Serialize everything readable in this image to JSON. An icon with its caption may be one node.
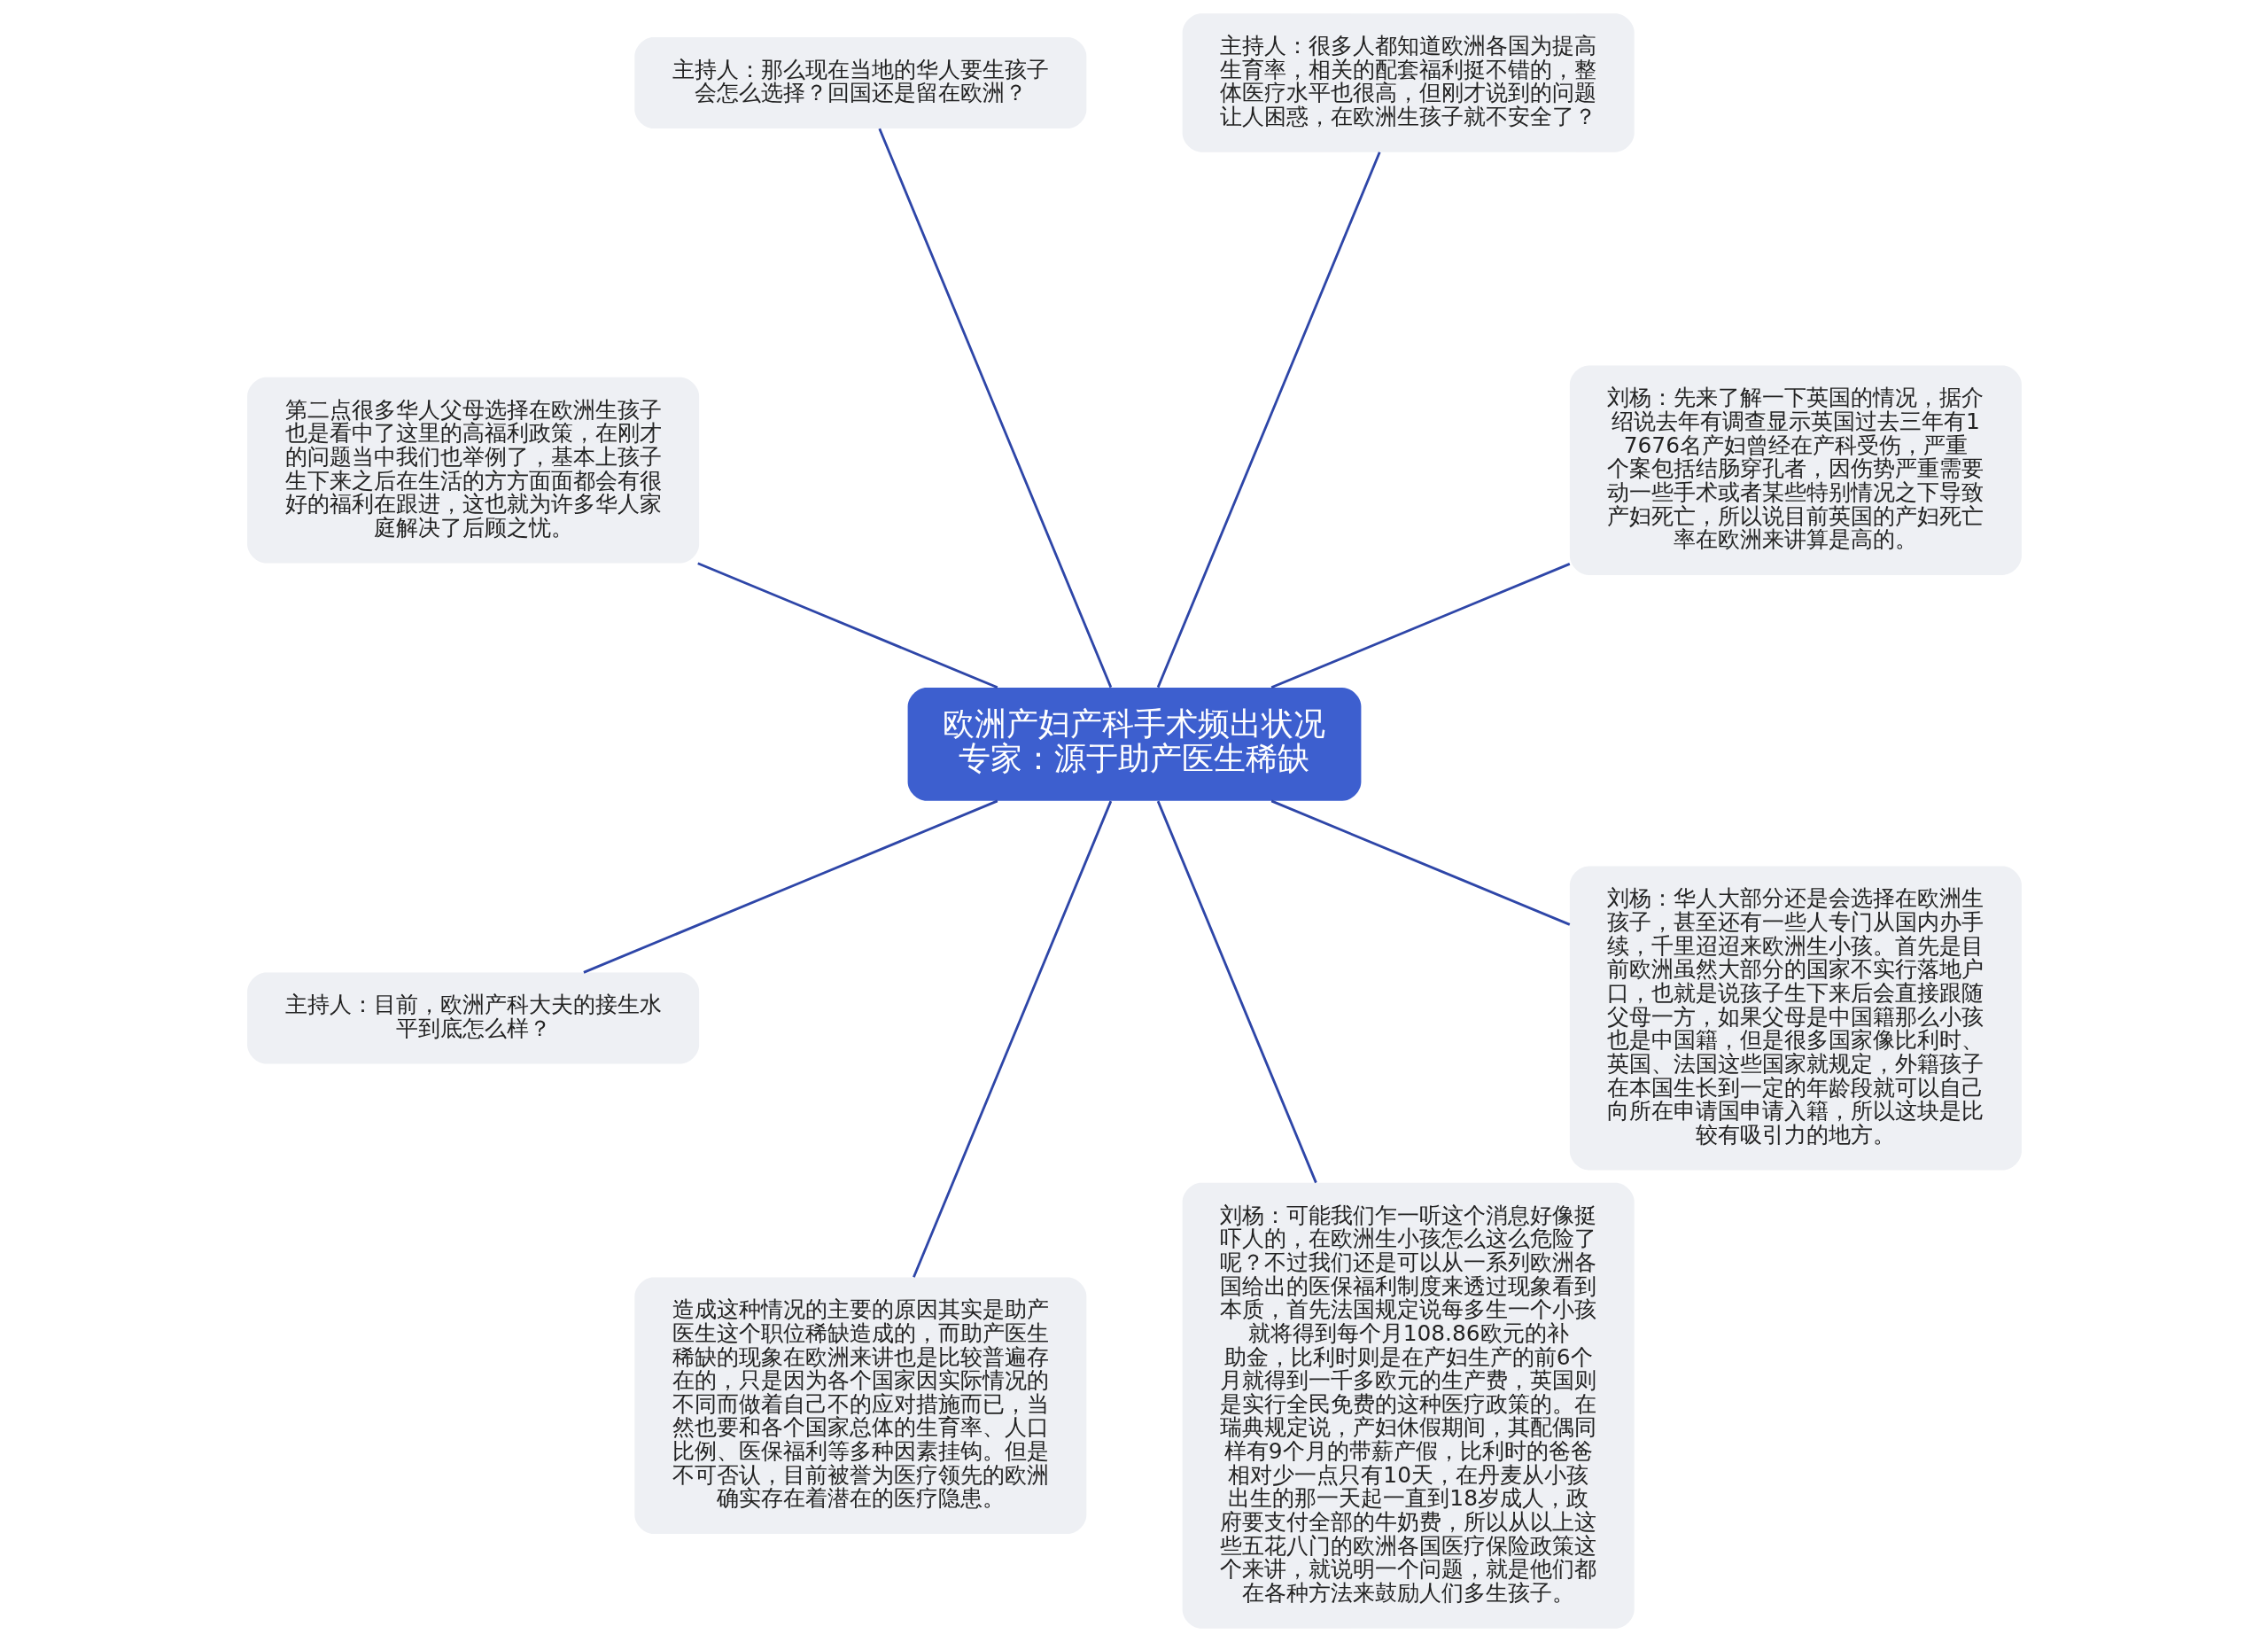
{
  "diagram": {
    "nodes": [
      {
        "text": [
          "欧洲产妇产科手术频出状况专家：源于助产医生稀缺"
        ]
      },
      {
        "text": [
          "刘杨：先来了解一下英国的情况，据介绍说去年有调查显示英国过去三年有17676名产妇曾经在产科受伤，严重个案包括结肠穿孔者，因伤势严重需要动一些手术或者某些特别情况之下导致产妇死亡，所以说目前英国的产妇死亡率在欧洲来讲算是高的。"
        ]
      },
      {
        "text": [
          "主持人：很多人都知道欧洲各国为提高生育率，相关的配套福利挺不错的，整体医疗水平也很高，但刚才说到的问题让人困惑，在欧洲生孩子就不安全了？"
        ]
      },
      {
        "text": [
          "主持人：那么现在当地的华人要生孩子会怎么选择？回国还是留在欧洲？"
        ]
      },
      {
        "text": [
          "第二点很多华人父母选择在欧洲生孩子也是看中了这里的高福利政策，在刚才的问题当中我们也举例了，基本上孩子生下来之后在生活的方方面面都会有很好的福利在跟进，这也就为许多华人家庭解决了后顾之忧。"
        ]
      },
      {
        "text": [
          "主持人：目前，欧洲产科大夫的接生水平到底怎么样？"
        ]
      },
      {
        "text": [
          "造成这种情况的主要的原因其实是助产医生这个职位稀缺造成的，而助产医生稀缺的现象在欧洲来讲也是比较普遍存在的，只是因为各个国家因实际情况的不同而做着自己不的应对措施而已，当然也要和各个国家总体的生育率、人口比例、医保福利等多种因素挂钩。但是不可否认，目前被誉为医疗领先的欧洲确实存在着潜在的医疗隐患。"
        ]
      },
      {
        "text": [
          "刘杨：可能我们乍一听这个消息好像挺吓人的，在欧洲生小孩怎么这么危险了呢？不过我们还是可以从一系列欧洲各国给出的医保福利制度来透过现象看到本质，首先法国规定说每多生一个小孩就将得到每个月108.86欧元的补助金，比利时则是在产妇生产的前6个月就得到一千多欧元的生产费，英国则是实行全民免费的这种医疗政策的。在瑞典规定说，产妇休假期间，其配偶同样有9个月的带薪产假，比利时的爸爸相对少一点只有10天，在丹麦从小孩出生的那一天起一直到18岁成人，政府要支付全部的牛奶费，所以从以上这些五花八门的欧洲各国医疗保险政策这个来讲，就说明一个问题，就是他们都在各种方法来鼓励人们多生孩子。"
        ]
      },
      {
        "text": [
          "刘杨：华人大部分还是会选择在欧洲生孩子，甚至还有一些人专门从国内办手续，千里迢迢来欧洲生小孩。首先是目前欧洲虽然大部分的国家不实行落地户口，也就是说孩子生下来后会直接跟随父母一方，如果父母是中国籍那么小孩也是中国籍，但是很多国家像比利时、英国、法国这些国家就规定，外籍孩子在本国生长到一定的年龄段就可以自己向所在申请国申请入籍，所以这块是比较有吸引力的地方。"
        ]
      }
    ],
    "edges": [
      {
        "from": 0,
        "to": 1,
        "arrow": "none"
      },
      {
        "from": 0,
        "to": 2,
        "arrow": "none"
      },
      {
        "from": 0,
        "to": 3,
        "arrow": "none"
      },
      {
        "from": 0,
        "to": 4,
        "arrow": "none"
      },
      {
        "from": 0,
        "to": 5,
        "arrow": "none"
      },
      {
        "from": 0,
        "to": 6,
        "arrow": "none"
      },
      {
        "from": 0,
        "to": 7,
        "arrow": "none"
      },
      {
        "from": 0,
        "to": 8,
        "arrow": "none"
      }
    ]
  }
}
